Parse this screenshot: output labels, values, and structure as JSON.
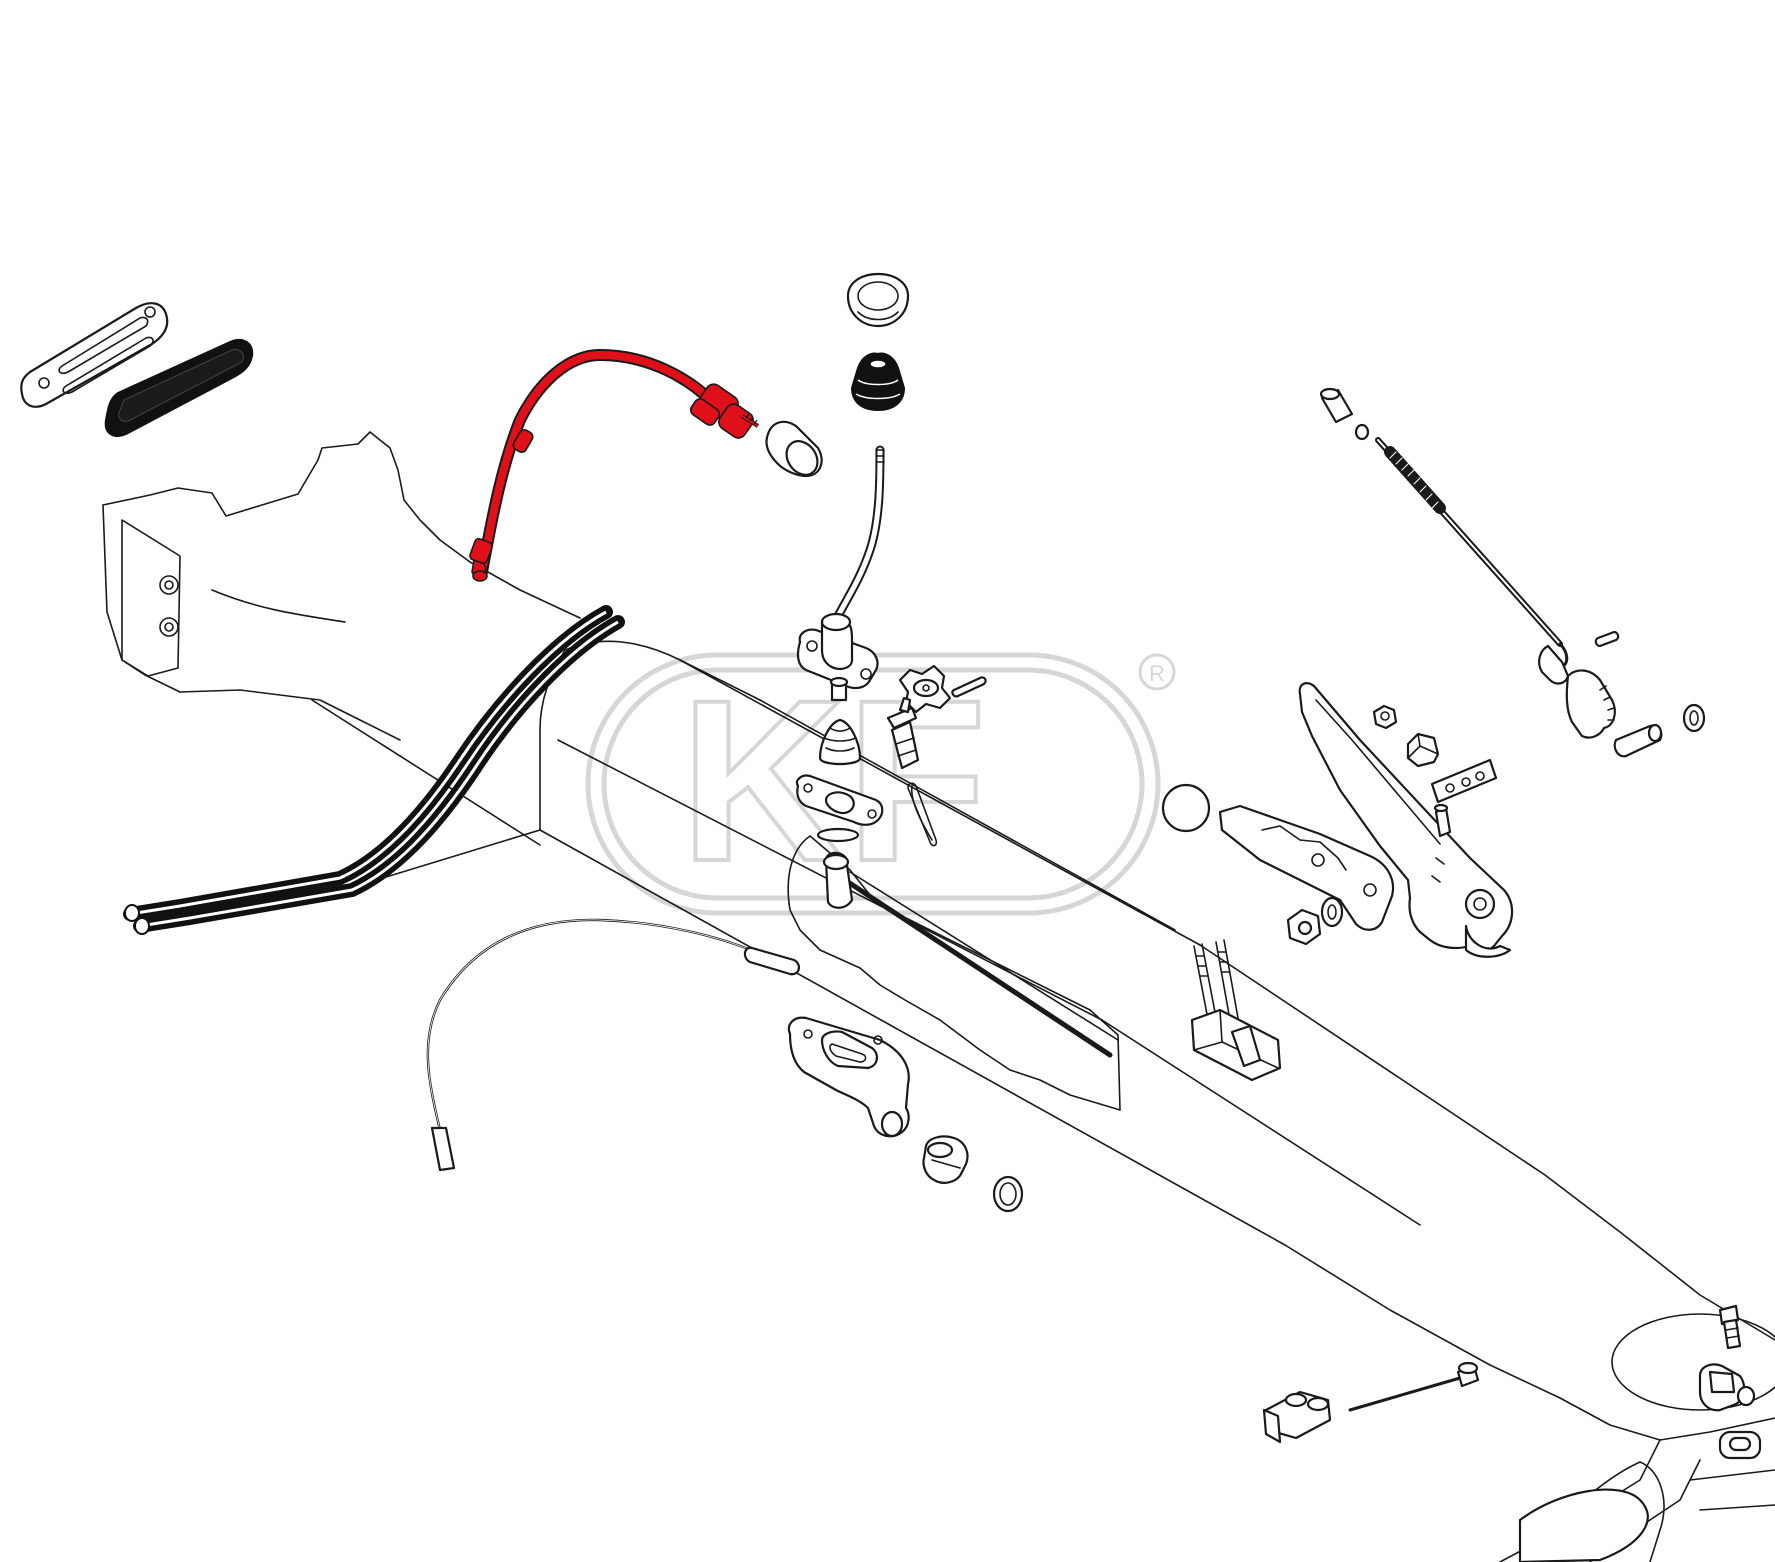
{
  "watermark": {
    "logo_text": "KF",
    "registered_mark": "R",
    "color": "#d6d6d6"
  },
  "colors": {
    "line": "#1a1a1a",
    "highlight": "#e0101a",
    "background": "#ffffff"
  },
  "highlighted_part": {
    "name": "accelerator-cable-tube",
    "color": "#e0101a"
  }
}
